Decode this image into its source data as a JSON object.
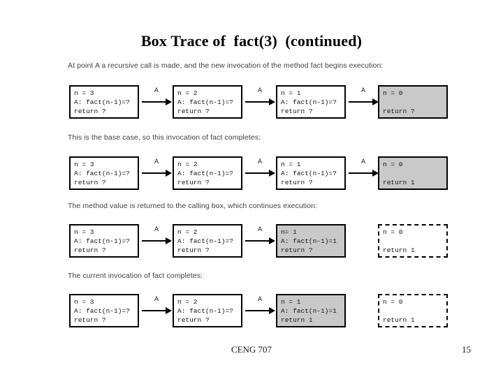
{
  "slide": {
    "title": "Box Trace of  fact(3)  (continued)",
    "footer": {
      "course": "CENG 707",
      "page": "15"
    }
  },
  "colors": {
    "box_fill_active": "#c9c9c9",
    "box_fill_normal": "#ffffff",
    "box_border": "#000000",
    "caption_text": "#3f3f3f"
  },
  "arrow_label": "A",
  "sections": [
    {
      "caption": "At point A a recursive call is made, and the new invocation of the method fact begins execution:",
      "boxes": [
        {
          "lines": [
            "n = 3",
            "A: fact(n-1)=?",
            "return ?"
          ],
          "style": "solid",
          "fill": "white",
          "arrow_after": true
        },
        {
          "lines": [
            "n = 2",
            "A: fact(n-1)=?",
            "return ?"
          ],
          "style": "solid",
          "fill": "white",
          "arrow_after": true
        },
        {
          "lines": [
            "n = 1",
            "A: fact(n-1)=?",
            "return ?"
          ],
          "style": "solid",
          "fill": "white",
          "arrow_after": true
        },
        {
          "lines": [
            "n = 0",
            "",
            "return ?"
          ],
          "style": "solid",
          "fill": "gray",
          "arrow_after": false
        }
      ]
    },
    {
      "caption": "This is the base case, so this invocation of fact completes:",
      "boxes": [
        {
          "lines": [
            "n = 3",
            "A: fact(n-1)=?",
            "return ?"
          ],
          "style": "solid",
          "fill": "white",
          "arrow_after": true
        },
        {
          "lines": [
            "n = 2",
            "A: fact(n-1)=?",
            "return ?"
          ],
          "style": "solid",
          "fill": "white",
          "arrow_after": true
        },
        {
          "lines": [
            "n = 1",
            "A: fact(n-1)=?",
            "return ?"
          ],
          "style": "solid",
          "fill": "white",
          "arrow_after": true
        },
        {
          "lines": [
            "n = 0",
            "",
            "return 1"
          ],
          "style": "solid",
          "fill": "gray",
          "arrow_after": false
        }
      ]
    },
    {
      "caption": "The method value is returned to the calling box, which continues execution:",
      "boxes": [
        {
          "lines": [
            "n = 3",
            "A: fact(n-1)=?",
            "return ?"
          ],
          "style": "solid",
          "fill": "white",
          "arrow_after": true
        },
        {
          "lines": [
            "n = 2",
            "A: fact(n-1)=?",
            "return ?"
          ],
          "style": "solid",
          "fill": "white",
          "arrow_after": true
        },
        {
          "lines": [
            "n= 1",
            "A: fact(n-1)=1",
            "return ?"
          ],
          "style": "solid",
          "fill": "gray",
          "arrow_after": false
        },
        {
          "lines": [
            "n = 0",
            "",
            "return 1"
          ],
          "style": "dashed",
          "fill": "white",
          "arrow_after": false
        }
      ]
    },
    {
      "caption": "The current invocation of fact completes:",
      "boxes": [
        {
          "lines": [
            "n = 3",
            "A: fact(n-1)=?",
            "return ?"
          ],
          "style": "solid",
          "fill": "white",
          "arrow_after": true
        },
        {
          "lines": [
            "n = 2",
            "A: fact(n-1)=?",
            "return ?"
          ],
          "style": "solid",
          "fill": "white",
          "arrow_after": true
        },
        {
          "lines": [
            "n = 1",
            "A: fact(n-1)=1",
            "return 1"
          ],
          "style": "solid",
          "fill": "gray",
          "arrow_after": false
        },
        {
          "lines": [
            "n = 0",
            "",
            "return 1"
          ],
          "style": "dashed",
          "fill": "white",
          "arrow_after": false
        }
      ]
    }
  ]
}
